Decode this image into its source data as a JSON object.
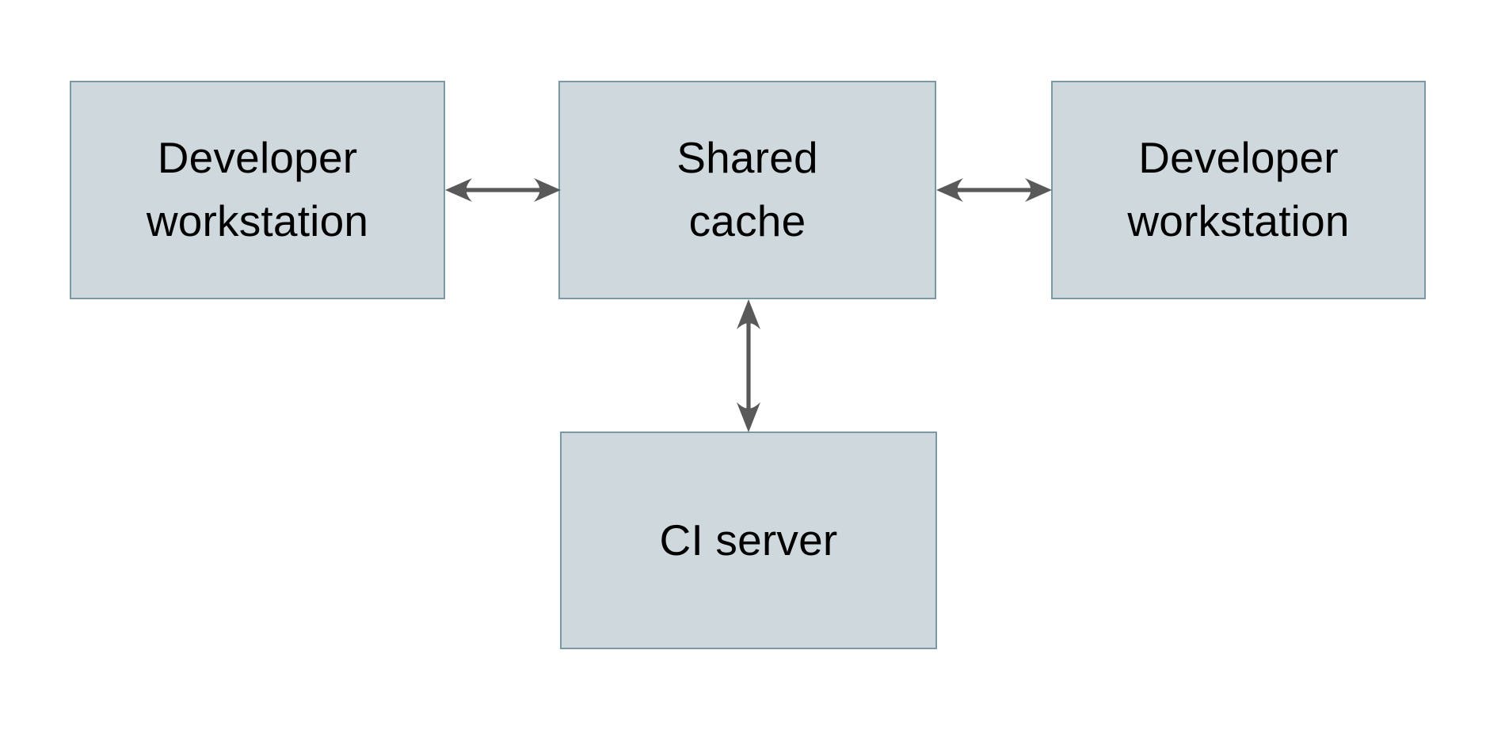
{
  "diagram": {
    "type": "block-diagram",
    "background_color": "#ffffff",
    "node_fill_color": "#cfd8dc",
    "node_border_color": "#7b98a6",
    "arrow_color": "#595959",
    "text_color": "#000000",
    "nodes": [
      {
        "id": "dev-workstation-left",
        "label": "Developer\nworkstation",
        "line1": "Developer",
        "line2": "workstation"
      },
      {
        "id": "shared-cache",
        "label": "Shared\ncache",
        "line1": "Shared",
        "line2": "cache"
      },
      {
        "id": "dev-workstation-right",
        "label": "Developer\nworkstation",
        "line1": "Developer",
        "line2": "workstation"
      },
      {
        "id": "ci-server",
        "label": "CI server",
        "line1": "CI server",
        "line2": ""
      }
    ],
    "edges": [
      {
        "id": "edge-dev-left-shared-cache",
        "from": "dev-workstation-left",
        "to": "shared-cache",
        "direction": "bidirectional",
        "orientation": "horizontal"
      },
      {
        "id": "edge-shared-cache-dev-right",
        "from": "shared-cache",
        "to": "dev-workstation-right",
        "direction": "bidirectional",
        "orientation": "horizontal"
      },
      {
        "id": "edge-shared-cache-ci-server",
        "from": "shared-cache",
        "to": "ci-server",
        "direction": "bidirectional",
        "orientation": "vertical"
      }
    ]
  }
}
